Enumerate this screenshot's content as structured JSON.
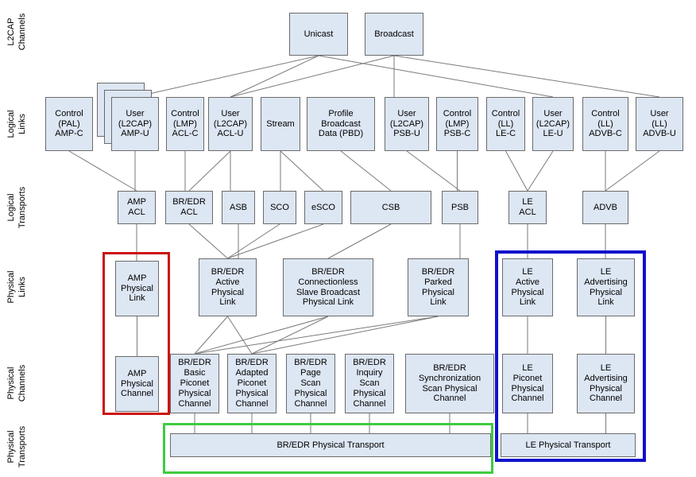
{
  "rows": [
    {
      "label": "L2CAP\nChannels"
    },
    {
      "label": "Logical\nLinks"
    },
    {
      "label": "Logical\nTransports"
    },
    {
      "label": "Physical\nLinks"
    },
    {
      "label": "Physical\nChannels"
    },
    {
      "label": "Physical\nTransports"
    }
  ],
  "nodes": {
    "unicast": {
      "label": "Unicast"
    },
    "broadcast": {
      "label": "Broadcast"
    },
    "amp_c": {
      "label": "Control\n(PAL)\nAMP-C"
    },
    "amp_u": {
      "label": "User\n(L2CAP)\nAMP-U"
    },
    "acl_c": {
      "label": "Control\n(LMP)\nACL-C"
    },
    "acl_u": {
      "label": "User\n(L2CAP)\nACL-U"
    },
    "stream": {
      "label": "Stream"
    },
    "pbd": {
      "label": "Profile\nBroadcast\nData (PBD)"
    },
    "psb_u": {
      "label": "User\n(L2CAP)\nPSB-U"
    },
    "psb_c": {
      "label": "Control\n(LMP)\nPSB-C"
    },
    "le_c": {
      "label": "Control\n(LL)\nLE-C"
    },
    "le_u": {
      "label": "User\n(L2CAP)\nLE-U"
    },
    "advb_c": {
      "label": "Control\n(LL)\nADVB-C"
    },
    "advb_u": {
      "label": "User\n(LL)\nADVB-U"
    },
    "amp_acl": {
      "label": "AMP\nACL"
    },
    "bredr_acl": {
      "label": "BR/EDR\nACL"
    },
    "asb": {
      "label": "ASB"
    },
    "sco": {
      "label": "SCO"
    },
    "esco": {
      "label": "eSCO"
    },
    "csb": {
      "label": "CSB"
    },
    "psb": {
      "label": "PSB"
    },
    "le_acl": {
      "label": "LE\nACL"
    },
    "advb": {
      "label": "ADVB"
    },
    "amp_pl": {
      "label": "AMP\nPhysical\nLink"
    },
    "bredr_active_pl": {
      "label": "BR/EDR\nActive\nPhysical\nLink"
    },
    "bredr_csb_pl": {
      "label": "BR/EDR\nConnectionless\nSlave Broadcast\nPhysical Link"
    },
    "bredr_parked_pl": {
      "label": "BR/EDR\nParked\nPhysical\nLink"
    },
    "le_active_pl": {
      "label": "LE\nActive\nPhysical\nLink"
    },
    "le_adv_pl": {
      "label": "LE\nAdvertising\nPhysical\nLink"
    },
    "amp_pc": {
      "label": "AMP\nPhysical\nChannel"
    },
    "basic_pc": {
      "label": "BR/EDR\nBasic\nPiconet\nPhysical\nChannel"
    },
    "adapted_pc": {
      "label": "BR/EDR\nAdapted\nPiconet\nPhysical\nChannel"
    },
    "page_pc": {
      "label": "BR/EDR\nPage\nScan\nPhysical\nChannel"
    },
    "inquiry_pc": {
      "label": "BR/EDR\nInquiry\nScan\nPhysical\nChannel"
    },
    "sync_pc": {
      "label": "BR/EDR\nSynchronization\nScan Physical\nChannel"
    },
    "le_piconet_pc": {
      "label": "LE\nPiconet\nPhysical\nChannel"
    },
    "le_adv_pc": {
      "label": "LE\nAdvertising\nPhysical\nChannel"
    },
    "bredr_pt": {
      "label": "BR/EDR Physical Transport"
    },
    "le_pt": {
      "label": "LE Physical Transport"
    }
  },
  "edges": [
    [
      "unicast",
      "amp_u"
    ],
    [
      "unicast",
      "acl_u"
    ],
    [
      "unicast",
      "le_u"
    ],
    [
      "broadcast",
      "acl_u"
    ],
    [
      "broadcast",
      "psb_u"
    ],
    [
      "broadcast",
      "advb_u"
    ],
    [
      "amp_c",
      "amp_acl"
    ],
    [
      "amp_u",
      "amp_acl"
    ],
    [
      "acl_c",
      "bredr_acl"
    ],
    [
      "acl_u",
      "bredr_acl"
    ],
    [
      "acl_u",
      "asb"
    ],
    [
      "stream",
      "sco"
    ],
    [
      "stream",
      "esco"
    ],
    [
      "pbd",
      "csb"
    ],
    [
      "psb_u",
      "psb"
    ],
    [
      "psb_c",
      "psb"
    ],
    [
      "le_c",
      "le_acl"
    ],
    [
      "le_u",
      "le_acl"
    ],
    [
      "advb_c",
      "advb"
    ],
    [
      "advb_u",
      "advb"
    ],
    [
      "amp_acl",
      "amp_pl"
    ],
    [
      "bredr_acl",
      "bredr_active_pl"
    ],
    [
      "asb",
      "bredr_active_pl"
    ],
    [
      "sco",
      "bredr_active_pl"
    ],
    [
      "esco",
      "bredr_active_pl"
    ],
    [
      "csb",
      "bredr_csb_pl"
    ],
    [
      "psb",
      "bredr_parked_pl"
    ],
    [
      "le_acl",
      "le_active_pl"
    ],
    [
      "advb",
      "le_adv_pl"
    ],
    [
      "amp_pl",
      "amp_pc"
    ],
    [
      "bredr_active_pl",
      "basic_pc"
    ],
    [
      "bredr_active_pl",
      "adapted_pc"
    ],
    [
      "bredr_csb_pl",
      "basic_pc"
    ],
    [
      "bredr_csb_pl",
      "adapted_pc"
    ],
    [
      "bredr_parked_pl",
      "basic_pc"
    ],
    [
      "bredr_parked_pl",
      "adapted_pc"
    ],
    [
      "le_active_pl",
      "le_piconet_pc"
    ],
    [
      "le_adv_pl",
      "le_adv_pc"
    ],
    [
      "basic_pc",
      "bredr_pt"
    ],
    [
      "adapted_pc",
      "bredr_pt"
    ],
    [
      "page_pc",
      "bredr_pt"
    ],
    [
      "inquiry_pc",
      "bredr_pt"
    ],
    [
      "sync_pc",
      "bredr_pt"
    ],
    [
      "le_piconet_pc",
      "le_pt"
    ],
    [
      "le_adv_pc",
      "le_pt"
    ]
  ],
  "colors": {
    "box_fill": "#dde6f3",
    "box_border": "#6b6b6b",
    "line": "#7a7a7a",
    "amp_group": "#cc1111",
    "bredr_group": "#3fcc3f",
    "le_group": "#1111cc"
  }
}
